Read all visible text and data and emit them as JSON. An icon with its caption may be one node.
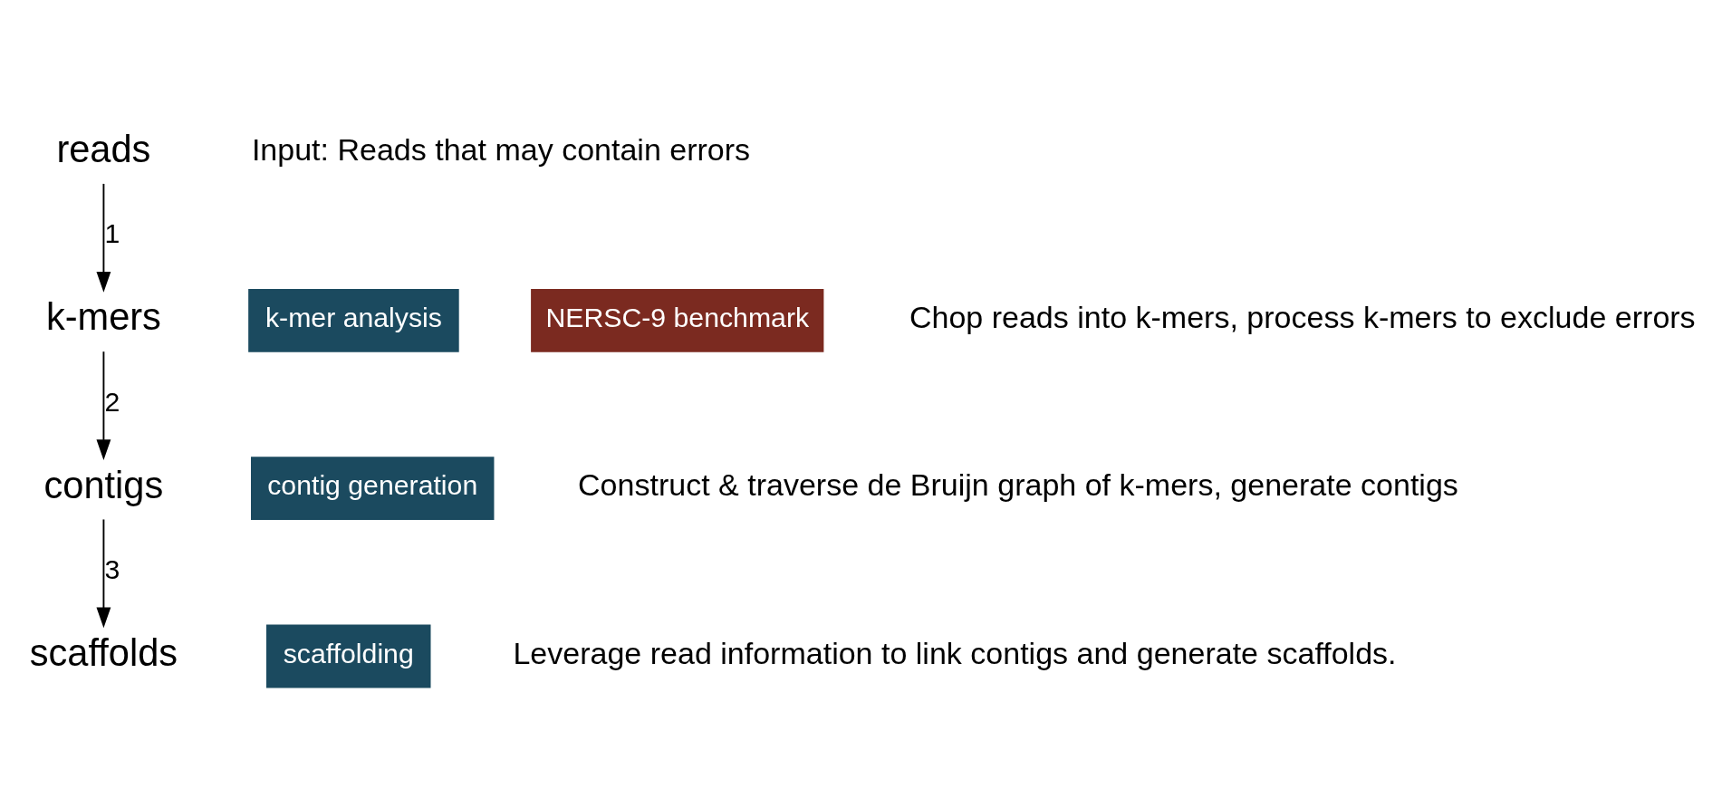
{
  "diagram": {
    "nodes": [
      {
        "text": [
          "reads"
        ]
      },
      {
        "text": [
          "k-mers"
        ]
      },
      {
        "text": [
          "contigs"
        ]
      },
      {
        "text": [
          "scaffolds"
        ]
      },
      {
        "text": [
          "k-mer analysis"
        ]
      },
      {
        "text": [
          "contig generation"
        ]
      },
      {
        "text": [
          "scaffolding"
        ]
      },
      {
        "text": [
          "NERSC-9 benchmark"
        ]
      }
    ],
    "edges": [
      {
        "from": 0,
        "to": 1,
        "arrow": "to",
        "label": "1"
      },
      {
        "from": 1,
        "to": 2,
        "arrow": "to",
        "label": "2"
      },
      {
        "from": 2,
        "to": 3,
        "arrow": "to",
        "label": "3"
      }
    ],
    "labels": [
      "Input: Reads that may contain errors",
      "Chop reads into k-mers, process k-mers to exclude errors",
      "Construct & traverse de Bruijn graph of k-mers, generate contigs",
      "Leverage read information to link contigs and generate scaffolds."
    ]
  }
}
